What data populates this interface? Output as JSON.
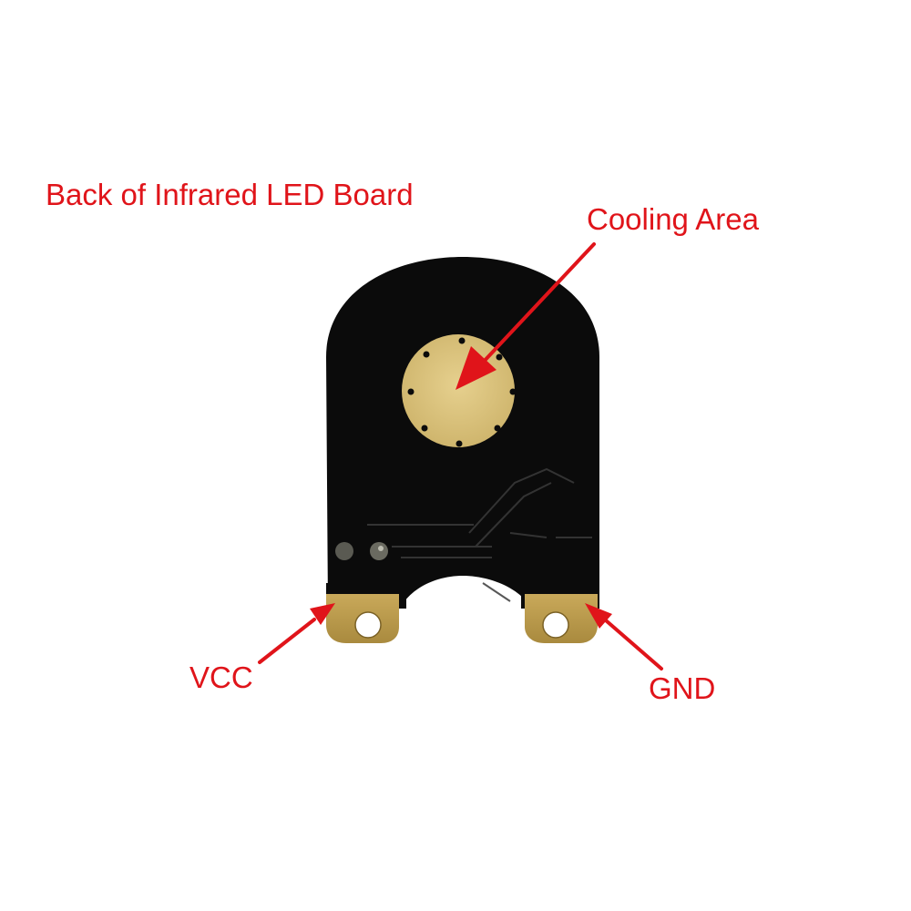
{
  "title": "Back of Infrared LED Board",
  "callouts": {
    "cooling_area": "Cooling Area",
    "vcc": "VCC",
    "gnd": "GND"
  },
  "colors": {
    "label_red": "#e0141a",
    "pcb_black": "#0b0b0b",
    "gold_pad": "#d9c07a",
    "terminal_gold": "#b8974a",
    "background": "#ffffff"
  }
}
